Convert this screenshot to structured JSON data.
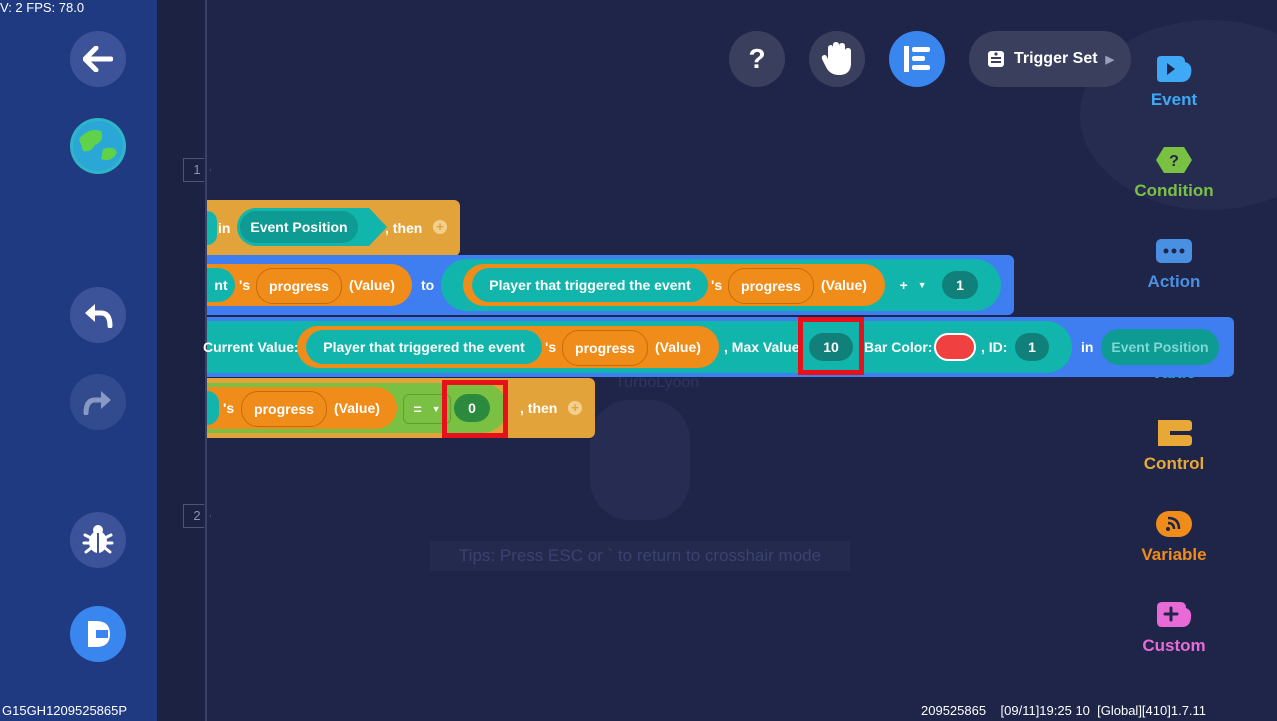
{
  "debug": {
    "fps_text": "V: 2 FPS: 78.0",
    "device_id": "G15GH1209525865P",
    "build_info": "209525865    [09/11]19:25 10  [Global][410]1.7.11"
  },
  "background": {
    "tips": "Tips: Press ESC or ` to return to crosshair mode",
    "scene_name": "TurboLyoon"
  },
  "left_sidebar": {
    "buttons": [
      {
        "name": "back-button",
        "icon": "arrow-left-icon"
      },
      {
        "name": "world-button",
        "icon": "globe-icon"
      },
      {
        "name": "undo-button",
        "icon": "undo-icon"
      },
      {
        "name": "redo-button",
        "icon": "redo-icon"
      },
      {
        "name": "debug-button",
        "icon": "bug-icon"
      },
      {
        "name": "run-button",
        "icon": "play-icon"
      }
    ]
  },
  "timeline": {
    "markers": [
      "1",
      "2"
    ]
  },
  "toolbar": {
    "help_label": "?",
    "trigger_set_label": "Trigger Set"
  },
  "categories": [
    {
      "label": "Event",
      "color": "#3fa9f5"
    },
    {
      "label": "Condition",
      "color": "#7ac143"
    },
    {
      "label": "Action",
      "color": "#4a90e2"
    },
    {
      "label": "value",
      "color": "#12b5ab",
      "icon_text": "{ }"
    },
    {
      "label": "Control",
      "color": "#e8a838"
    },
    {
      "label": "Variable",
      "color": "#f08c1a"
    },
    {
      "label": "Custom",
      "color": "#e86ad6"
    }
  ],
  "blocks": {
    "row1": {
      "in": "in",
      "event_position": "Event Position",
      "then": ", then"
    },
    "row2": {
      "nt": "nt",
      "s": "'s",
      "progress": "progress",
      "value": "(Value)",
      "to": "to",
      "player": "Player that triggered the event",
      "s2": "'s",
      "progress2": "progress",
      "value2": "(Value)",
      "op": "+",
      "num": "1"
    },
    "row3": {
      "current_value": "Current Value:",
      "player": "Player that triggered the event",
      "s": "'s",
      "progress": "progress",
      "value": "(Value)",
      "max_value": ", Max Value:",
      "max_num": "10",
      "bar_color": "Bar Color:",
      "bar_color_hex": "#f04040",
      "id": ", ID:",
      "id_num": "1",
      "in": "in",
      "event_position": "Event Position"
    },
    "row4": {
      "s": "'s",
      "progress": "progress",
      "value": "(Value)",
      "op": "=",
      "num": "0",
      "then": ", then"
    }
  }
}
